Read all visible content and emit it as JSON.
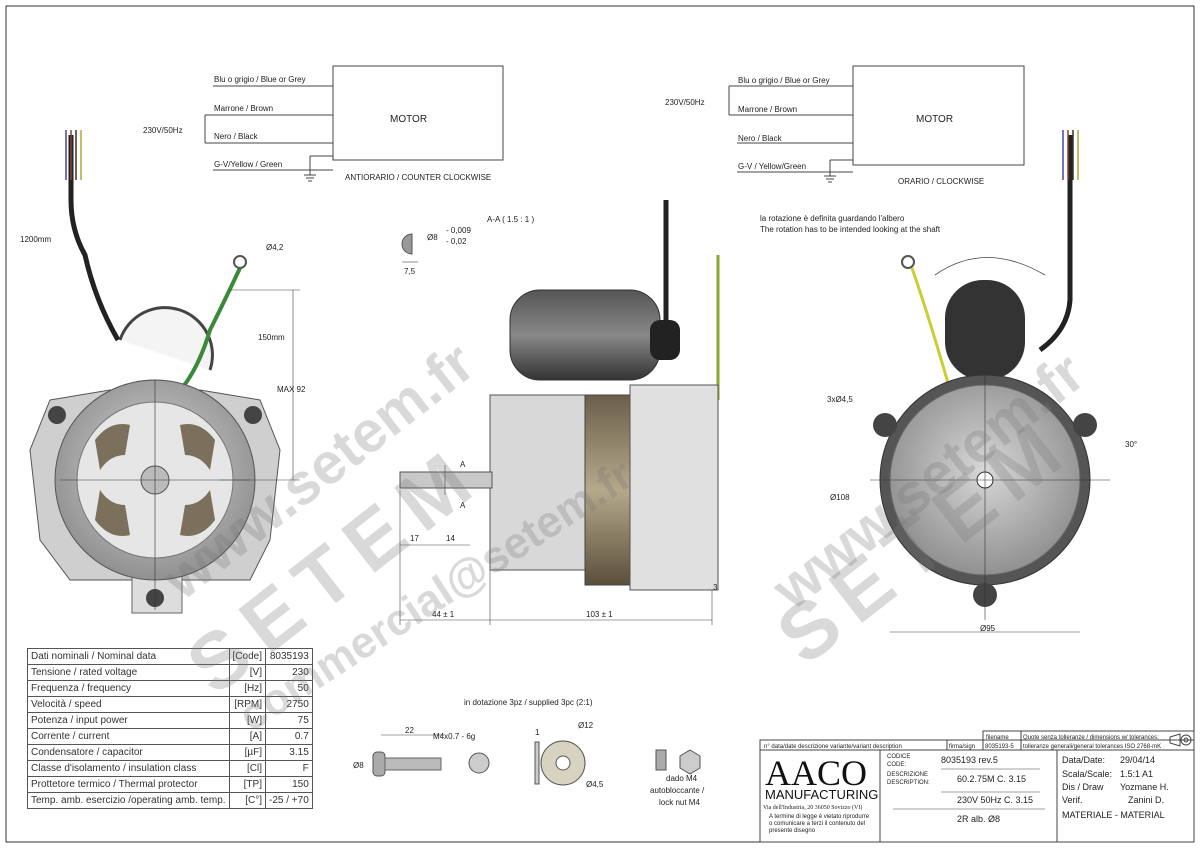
{
  "wiring_left": {
    "wires": [
      "Blu o grigio / Blue or Grey",
      "Marrone / Brown",
      "Nero / Black",
      "G-V/Yellow / Green"
    ],
    "supply": "230V/50Hz",
    "motor": "MOTOR",
    "caption": "ANTIORARIO / COUNTER CLOCKWISE"
  },
  "wiring_right": {
    "wires": [
      "Blu o grigio / Blue or Grey",
      "Marrone / Brown",
      "Nero / Black",
      "G-V / Yellow/Green"
    ],
    "supply": "230V/50Hz",
    "motor": "MOTOR",
    "caption": "ORARIO / CLOCKWISE"
  },
  "rotation_note": [
    "la rotazione è definita guardando l'albero",
    "The rotation has to be intended looking at the shaft"
  ],
  "dimensions": {
    "cable_length": "1200mm",
    "ring_terminal": "Ø4,2",
    "ground_length": "150mm",
    "max_height": "MAX 92",
    "section_title": "A-A ( 1.5 : 1 )",
    "shaft_dia": "Ø8",
    "shaft_tol_upper": "- 0,009",
    "shaft_tol_lower": "- 0,02",
    "shaft_flat": "7,5",
    "section_mark": "A",
    "shaft_17": "17",
    "shaft_14": "14",
    "shaft_length": "44 ± 1",
    "body_length": "103 ± 1",
    "flange": "3",
    "holes": "3xØ4,5",
    "pcd": "Ø108",
    "angle": "30°",
    "body_dia": "Ø95"
  },
  "watermark": {
    "site": "www.setem.fr",
    "brand": "SETEM",
    "email": "commercial@setem.fr"
  },
  "nominal_data": [
    {
      "label": "Dati nominali / Nominal data",
      "unit": "[Code]",
      "value": "8035193"
    },
    {
      "label": "Tensione / rated voltage",
      "unit": "[V]",
      "value": "230"
    },
    {
      "label": "Frequenza / frequency",
      "unit": "[Hz]",
      "value": "50"
    },
    {
      "label": "Velocità  /  speed",
      "unit": "[RPM]",
      "value": "2750"
    },
    {
      "label": "Potenza / input power",
      "unit": "[W]",
      "value": "75"
    },
    {
      "label": "Corrente / current",
      "unit": "[A]",
      "value": "0.7"
    },
    {
      "label": "Condensatore / capacitor",
      "unit": "[µF]",
      "value": "3.15"
    },
    {
      "label": "Classe d'isolamento / insulation class",
      "unit": "[Cl]",
      "value": "F"
    },
    {
      "label": "Prottetore termico / Thermal protector",
      "unit": "[TP]",
      "value": "150"
    },
    {
      "label": "Temp. amb. esercizio /operating amb. temp.",
      "unit": "[C°]",
      "value": "-25 / +70"
    }
  ],
  "hardware": {
    "title": "in dotazione 3pz / supplied 3pc (2:1)",
    "screw_length": "22",
    "thread": "M4x0.7 - 6g",
    "head_dia": "Ø8",
    "washer_thk": "1",
    "washer_od": "Ø12",
    "washer_id": "Ø4,5",
    "nut": [
      "dado M4",
      "autobloccante /",
      "lock nut M4"
    ]
  },
  "title_block": {
    "revision_header": "n°  data/date   descrizione variante/variant description",
    "sign_header": "firma/sign",
    "filename_label": "filename",
    "filename": "8035193-5",
    "tolerance_note": [
      "Quote senza tolleranze / dimensions w/ tolerances:",
      "tolleranze generali/general tolerances ISO 2768-mK"
    ],
    "company": "AACO",
    "company_sub": "MANUFACTURING",
    "address": "Via dell'Industria, 20 36050 Sovizzo (VI)",
    "legal": [
      "A termine di legge è vietato riprodurre",
      "o comunicare a terzi il contenuto del",
      "presente disegno"
    ],
    "code_label": [
      "CODICE",
      "CODE:"
    ],
    "code": "8035193 rev.5",
    "desc_label": [
      "DESCRIZIONE",
      "DESCRIPTION:"
    ],
    "desc": [
      "60.2.75M  C. 3.15",
      "230V  50Hz  C. 3.15",
      "2R  alb. Ø8"
    ],
    "date_label": "Data/Date:",
    "date": "29/04/14",
    "scale_label": "Scala/Scale:",
    "scale": "1.5:1   A1",
    "draw_label": "Dis / Draw",
    "draw": "Yozmane H.",
    "verif_label": "Verif.",
    "verif": "Zanini D.",
    "material": "MATERIALE - MATERIAL"
  }
}
